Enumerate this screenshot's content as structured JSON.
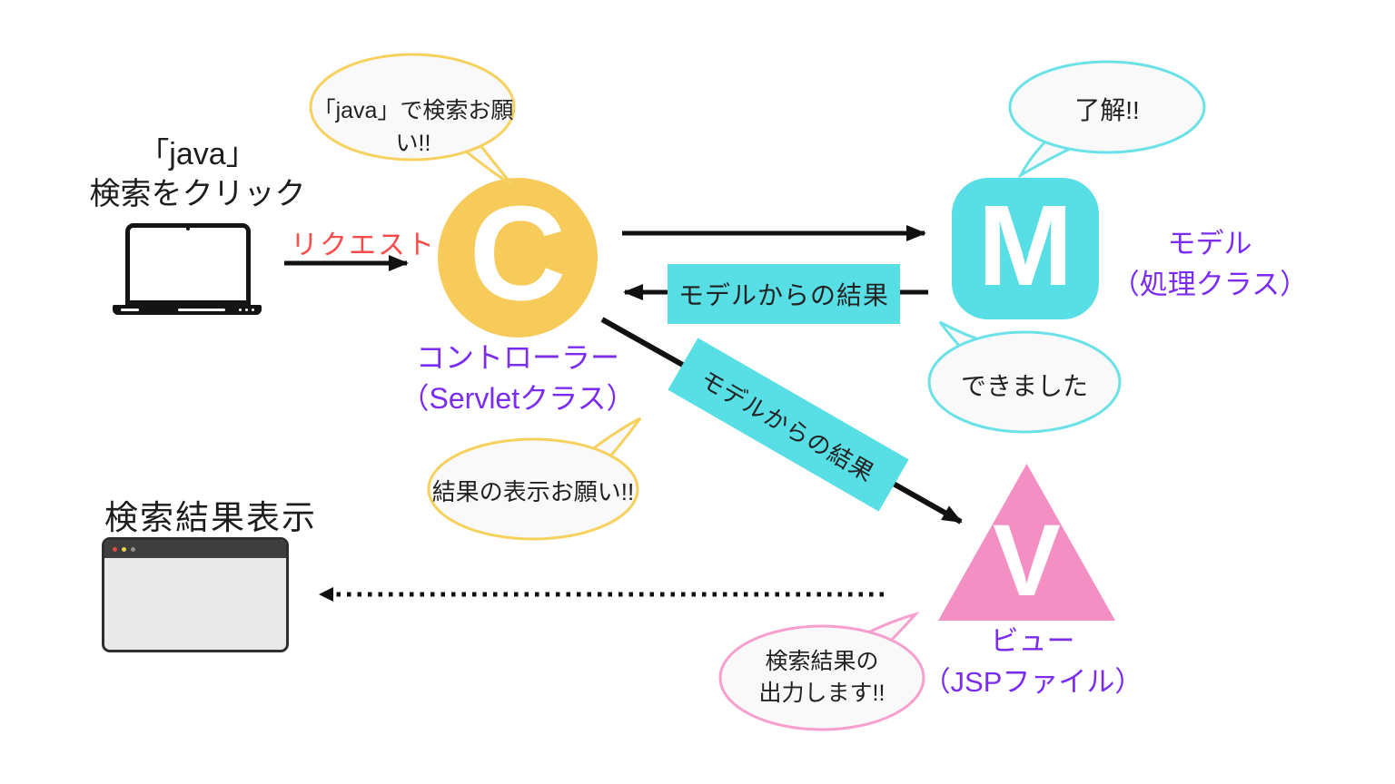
{
  "colors": {
    "controller_yellow": "#F7CB5A",
    "model_cyan": "#58DEE5",
    "view_pink": "#F48FC4",
    "label_purple": "#7B2CF0",
    "request_red": "#FA4B4B"
  },
  "client": {
    "line1": "「java」",
    "line2": "検索をクリック"
  },
  "request": {
    "label": "リクエスト"
  },
  "controller": {
    "letter": "C",
    "name": "コントローラー",
    "subtitle": "（Servletクラス）"
  },
  "model": {
    "letter": "M",
    "name": "モデル",
    "subtitle": "（処理クラス）"
  },
  "view": {
    "letter": "V",
    "name": "ビュー",
    "subtitle": "（JSPファイル）"
  },
  "flows": {
    "model_result_horizontal": "モデルからの結果",
    "model_result_diagonal": "モデルからの結果"
  },
  "bubbles": {
    "search_request": "「java」で検索お願い!!",
    "acknowledge": "了解!!",
    "done": "できました",
    "display_request": "結果の表示お願い!!",
    "output_line1": "検索結果の",
    "output_line2": "出力します!!"
  },
  "result_display": {
    "label": "検索結果表示"
  }
}
